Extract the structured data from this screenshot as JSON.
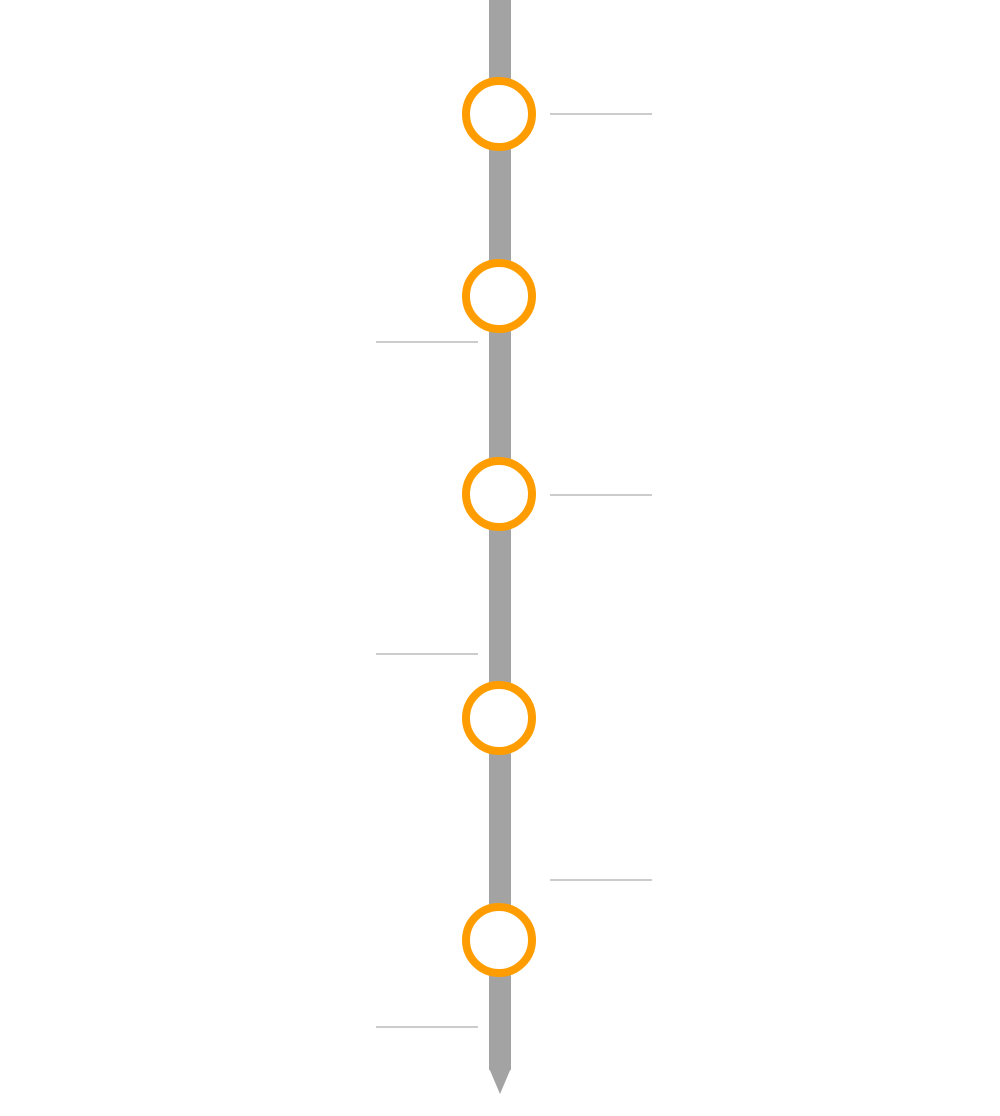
{
  "timeline": {
    "colors": {
      "track": "#a3a3a3",
      "node_ring": "#ff9d00",
      "node_fill": "#ffffff",
      "connector": "#9a9a9a",
      "background": "#ffffff"
    },
    "track_icon": "timeline-track",
    "end_marker_icon": "arrow-down-icon",
    "node_icon": "circle-ring-icon",
    "node_count": 5,
    "milestones": [
      {
        "side": "right",
        "label": ""
      },
      {
        "side": "left",
        "label": ""
      },
      {
        "side": "right",
        "label": ""
      },
      {
        "side": "left",
        "label": ""
      },
      {
        "side": "right",
        "label": ""
      },
      {
        "side": "left",
        "label": ""
      }
    ]
  }
}
